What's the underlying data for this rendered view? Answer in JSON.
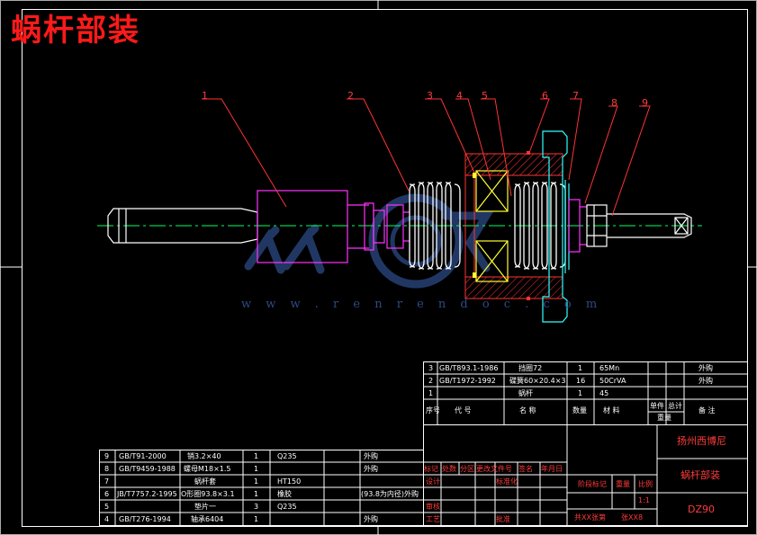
{
  "title": "蜗杆部装",
  "watermark": {
    "url": "w w w . r e n r e n d o c . c o m"
  },
  "balloons": [
    "1",
    "2",
    "3",
    "4",
    "5",
    "6",
    "7",
    "8",
    "9"
  ],
  "bom_upper": {
    "rows": [
      {
        "seq": "3",
        "code": "GB/T893.1-1986",
        "name": "挡圈72",
        "qty": "1",
        "material": "65Mn",
        "note": "外购"
      },
      {
        "seq": "2",
        "code": "GB/T1972-1992",
        "name": "碟簧60×20.4×3",
        "qty": "16",
        "material": "50CrVA",
        "note": "外购"
      },
      {
        "seq": "1",
        "code": "",
        "name": "蜗杆",
        "qty": "1",
        "material": "45",
        "note": ""
      }
    ],
    "header": {
      "seq": "序号",
      "code": "代    号",
      "name": "名    称",
      "qty": "数量",
      "material": "材    料",
      "unit_weight": "单件",
      "total_weight": "总计",
      "weight": "重量",
      "note": "备    注"
    }
  },
  "bom_lower": {
    "rows": [
      {
        "seq": "9",
        "code": "GB/T91-2000",
        "name": "销3.2×40",
        "qty": "1",
        "material": "Q235",
        "note": "外购"
      },
      {
        "seq": "8",
        "code": "GB/T9459-1988",
        "name": "螺母M18×1.5",
        "qty": "1",
        "material": "",
        "note": "外购"
      },
      {
        "seq": "7",
        "code": "",
        "name": "蜗杆套",
        "qty": "1",
        "material": "HT150",
        "note": ""
      },
      {
        "seq": "6",
        "code": "JB/T7757.2-1995",
        "name": "O形圈93.8×3.1",
        "qty": "1",
        "material": "橡胶",
        "note": "(93.8为内径)外购"
      },
      {
        "seq": "5",
        "code": "",
        "name": "垫片一",
        "qty": "3",
        "material": "Q235",
        "note": ""
      },
      {
        "seq": "4",
        "code": "GB/T276-1994",
        "name": "轴承6404",
        "qty": "1",
        "material": "",
        "note": "外购"
      }
    ]
  },
  "title_block": {
    "company": "扬州西博尼",
    "drawing_name": "蜗杆部装",
    "drawing_no": "DZ90",
    "rev_labels": [
      "标记",
      "处数",
      "分区",
      "更改文件号",
      "签名",
      "年月日"
    ],
    "design": "设计",
    "standardization": "标准化",
    "review": "审核",
    "process": "工艺",
    "approve": "批准",
    "stage": "阶段标记",
    "weight": "重量",
    "scale": "比例",
    "scale_value": "1:1",
    "sheets": "共XX张第",
    "sheet_no": "张XX8"
  }
}
